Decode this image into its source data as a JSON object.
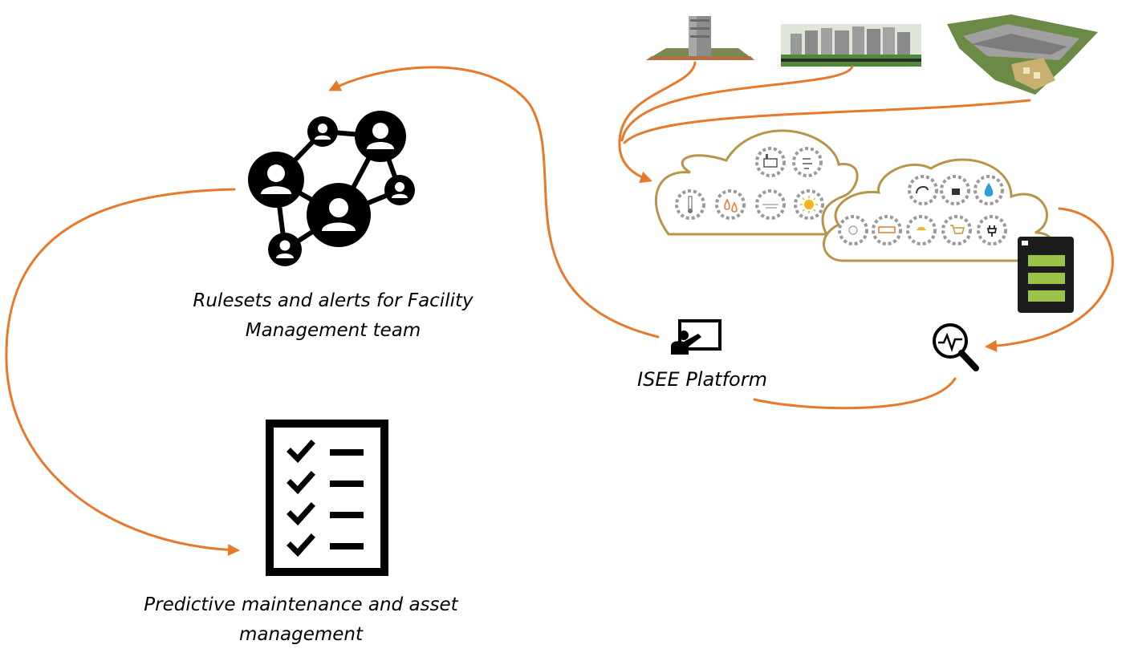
{
  "labels": {
    "rulesets_line1": "Rulesets and alerts for Facility",
    "rulesets_line2": "Management team",
    "predictive_line1": "Predictive maintenance and asset",
    "predictive_line2": "management",
    "platform": "ISEE Platform"
  },
  "colors": {
    "arrow": "#e8792a",
    "cloud_border": "#b8954a",
    "sensor_ring": "#9a9a9a",
    "server_body": "#1c1c1c",
    "server_slot": "#9dc24a",
    "icon": "#000000"
  },
  "icons": {
    "network": "people-network-icon",
    "checklist": "checklist-icon",
    "platform": "presenter-board-icon",
    "analytics": "magnifier-pulse-icon",
    "server": "server-rack-icon"
  },
  "sensors": {
    "cloud1": [
      "factory-icon",
      "wind-icon",
      "thermometer-icon",
      "humidity-drops-icon",
      "wind-line-icon",
      "sun-icon"
    ],
    "cloud2": [
      "shower-icon",
      "bath-icon",
      "water-drop-icon",
      "lightbulb-icon",
      "air-conditioner-icon",
      "ceiling-lamp-icon",
      "shopping-cart-icon",
      "power-plug-icon"
    ]
  }
}
